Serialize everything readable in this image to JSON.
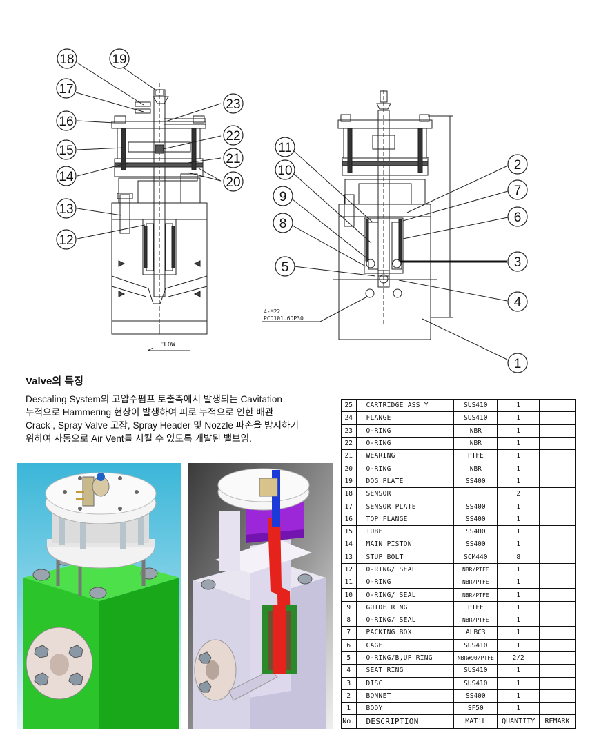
{
  "drawing": {
    "callouts_left": [
      "18",
      "19",
      "17",
      "23",
      "16",
      "22",
      "15",
      "21",
      "14",
      "20",
      "13",
      "12"
    ],
    "callouts_right": [
      "11",
      "2",
      "10",
      "7",
      "9",
      "6",
      "8",
      "3",
      "5",
      "4",
      "1"
    ],
    "flow_label": "FLOW",
    "bolt_note_line1": "4-M22",
    "bolt_note_line2": "PCD101.6DP30"
  },
  "feature": {
    "title": "Valve의 특징",
    "desc_lines": [
      "Descaling System의 고압수펌프 토출측에서 발생되는 Cavitation",
      "누적으로 Hammering 현상이 발생하여 피로 누적으로 인한 배관",
      "Crack , Spray Valve 고장, Spray Header 및 Nozzle 파손을 방지하기",
      "위하여 자동으로 Air Vent를 시킬 수 있도록 개발된 밸브임."
    ]
  },
  "bom": {
    "header": {
      "no": "No.",
      "desc": "DESCRIPTION",
      "mat": "MAT'L",
      "qty": "QUANTITY",
      "remark": "REMARK"
    },
    "rows": [
      {
        "no": "25",
        "desc": "CARTRIDGE ASS'Y",
        "mat": "SUS410",
        "qty": "1"
      },
      {
        "no": "24",
        "desc": "FLANGE",
        "mat": "SUS410",
        "qty": "1"
      },
      {
        "no": "23",
        "desc": "O-RING",
        "mat": "NBR",
        "qty": "1"
      },
      {
        "no": "22",
        "desc": "O-RING",
        "mat": "NBR",
        "qty": "1"
      },
      {
        "no": "21",
        "desc": "WEARING",
        "mat": "PTFE",
        "qty": "1"
      },
      {
        "no": "20",
        "desc": "O-RING",
        "mat": "NBR",
        "qty": "1"
      },
      {
        "no": "19",
        "desc": "DOG PLATE",
        "mat": "SS400",
        "qty": "1"
      },
      {
        "no": "18",
        "desc": "SENSOR",
        "mat": "",
        "qty": "2"
      },
      {
        "no": "17",
        "desc": "SENSOR PLATE",
        "mat": "SS400",
        "qty": "1"
      },
      {
        "no": "16",
        "desc": "TOP FLANGE",
        "mat": "SS400",
        "qty": "1"
      },
      {
        "no": "15",
        "desc": "TUBE",
        "mat": "SS400",
        "qty": "1"
      },
      {
        "no": "14",
        "desc": "MAIN PISTON",
        "mat": "SS400",
        "qty": "1"
      },
      {
        "no": "13",
        "desc": "STUP  BOLT",
        "mat": "SCM440",
        "qty": "8"
      },
      {
        "no": "12",
        "desc": "O-RING/ SEAL",
        "mat": "NBR/PTFE",
        "qty": "1"
      },
      {
        "no": "11",
        "desc": "O-RING",
        "mat": "NBR/PTFE",
        "qty": "1"
      },
      {
        "no": "10",
        "desc": "O-RING/ SEAL",
        "mat": "NBR/PTFE",
        "qty": "1"
      },
      {
        "no": "9",
        "desc": "GUIDE RING",
        "mat": "PTFE",
        "qty": "1"
      },
      {
        "no": "8",
        "desc": "O-RING/ SEAL",
        "mat": "NBR/PTFE",
        "qty": "1"
      },
      {
        "no": "7",
        "desc": "PACKING BOX",
        "mat": "ALBC3",
        "qty": "1"
      },
      {
        "no": "6",
        "desc": "CAGE",
        "mat": "SUS410",
        "qty": "1"
      },
      {
        "no": "5",
        "desc": "O-RING/B,UP RING",
        "mat": "NBR#90/PTFE",
        "qty": "2/2"
      },
      {
        "no": "4",
        "desc": "SEAT RING",
        "mat": "SUS410",
        "qty": "1"
      },
      {
        "no": "3",
        "desc": "DISC",
        "mat": "SUS410",
        "qty": "1"
      },
      {
        "no": "2",
        "desc": "BONNET",
        "mat": "SS400",
        "qty": "1"
      },
      {
        "no": "1",
        "desc": "BODY",
        "mat": "SF50",
        "qty": "1"
      }
    ]
  }
}
